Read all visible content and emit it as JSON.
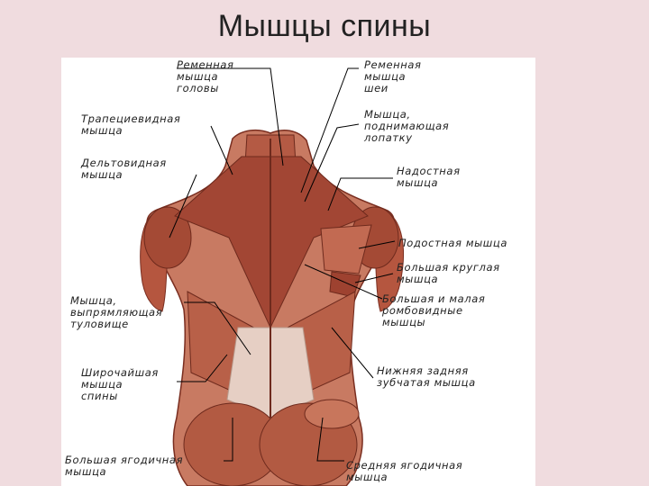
{
  "title": "Мышцы спины",
  "colors": {
    "background": "#f0dcdf",
    "panel": "#ffffff",
    "muscle_dark": "#8a3b2a",
    "muscle_mid": "#b8624a",
    "muscle_light": "#d9a08a",
    "fascia": "#e8d0c4",
    "leader": "#000000"
  },
  "labels": {
    "splenius_capitis": "Ременная\nмышца\nголовы",
    "splenius_cervicis": "Ременная\nмышца\nшеи",
    "trapezius": "Трапециевидная\nмышца",
    "levator_scapulae": "Мышца,\nподнимающая\nлопатку",
    "deltoid": "Дельтовидная\nмышца",
    "supraspinatus": "Надостная\nмышца",
    "infraspinatus": "Подостная мышца",
    "teres_major": "Большая круглая\nмышца",
    "rhomboids": "Большая и малая\nромбовидные\nмышцы",
    "erector_spinae": "Мышца,\nвыпрямляющая\nтуловище",
    "latissimus_dorsi": "Широчайшая\nмышца\nспины",
    "serratus_posterior_inferior": "Нижняя задняя\nзубчатая мышца",
    "gluteus_maximus": "Большая ягодичная\nмышца",
    "gluteus_medius": "Средняя ягодичная\nмышца"
  }
}
